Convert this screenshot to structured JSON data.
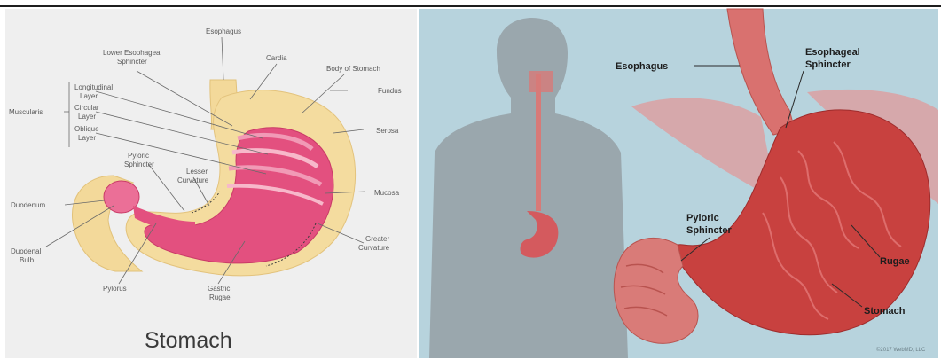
{
  "left_diagram": {
    "title": "Stomach",
    "labels": {
      "esophagus": "Esophagus",
      "lower_esophageal_sphincter_1": "Lower Esophageal",
      "lower_esophageal_sphincter_2": "Sphincter",
      "cardia": "Cardia",
      "body_of_stomach": "Body of Stomach",
      "fundus": "Fundus",
      "muscularis": "Muscularis",
      "longitudinal_1": "Longitudinal",
      "longitudinal_2": "Layer",
      "circular_1": "Circular",
      "circular_2": "Layer",
      "oblique_1": "Oblique",
      "oblique_2": "Layer",
      "serosa": "Serosa",
      "pyloric_sphincter_1": "Pyloric",
      "pyloric_sphincter_2": "Sphincter",
      "lesser_curvature_1": "Lesser",
      "lesser_curvature_2": "Curvature",
      "mucosa": "Mucosa",
      "duodenum": "Duodenum",
      "duodenal_bulb_1": "Duodenal",
      "duodenal_bulb_2": "Bulb",
      "greater_curvature_1": "Greater",
      "greater_curvature_2": "Curvature",
      "pylorus": "Pylorus",
      "gastric_rugae_1": "Gastric",
      "gastric_rugae_2": "Rugae"
    }
  },
  "right_diagram": {
    "labels": {
      "esophagus": "Esophagus",
      "esophageal_sphincter_1": "Esophageal",
      "esophageal_sphincter_2": "Sphincter",
      "pyloric_sphincter_1": "Pyloric",
      "pyloric_sphincter_2": "Sphincter",
      "rugae": "Rugae",
      "stomach": "Stomach"
    },
    "credit": "©2017 WebMD, LLC"
  }
}
